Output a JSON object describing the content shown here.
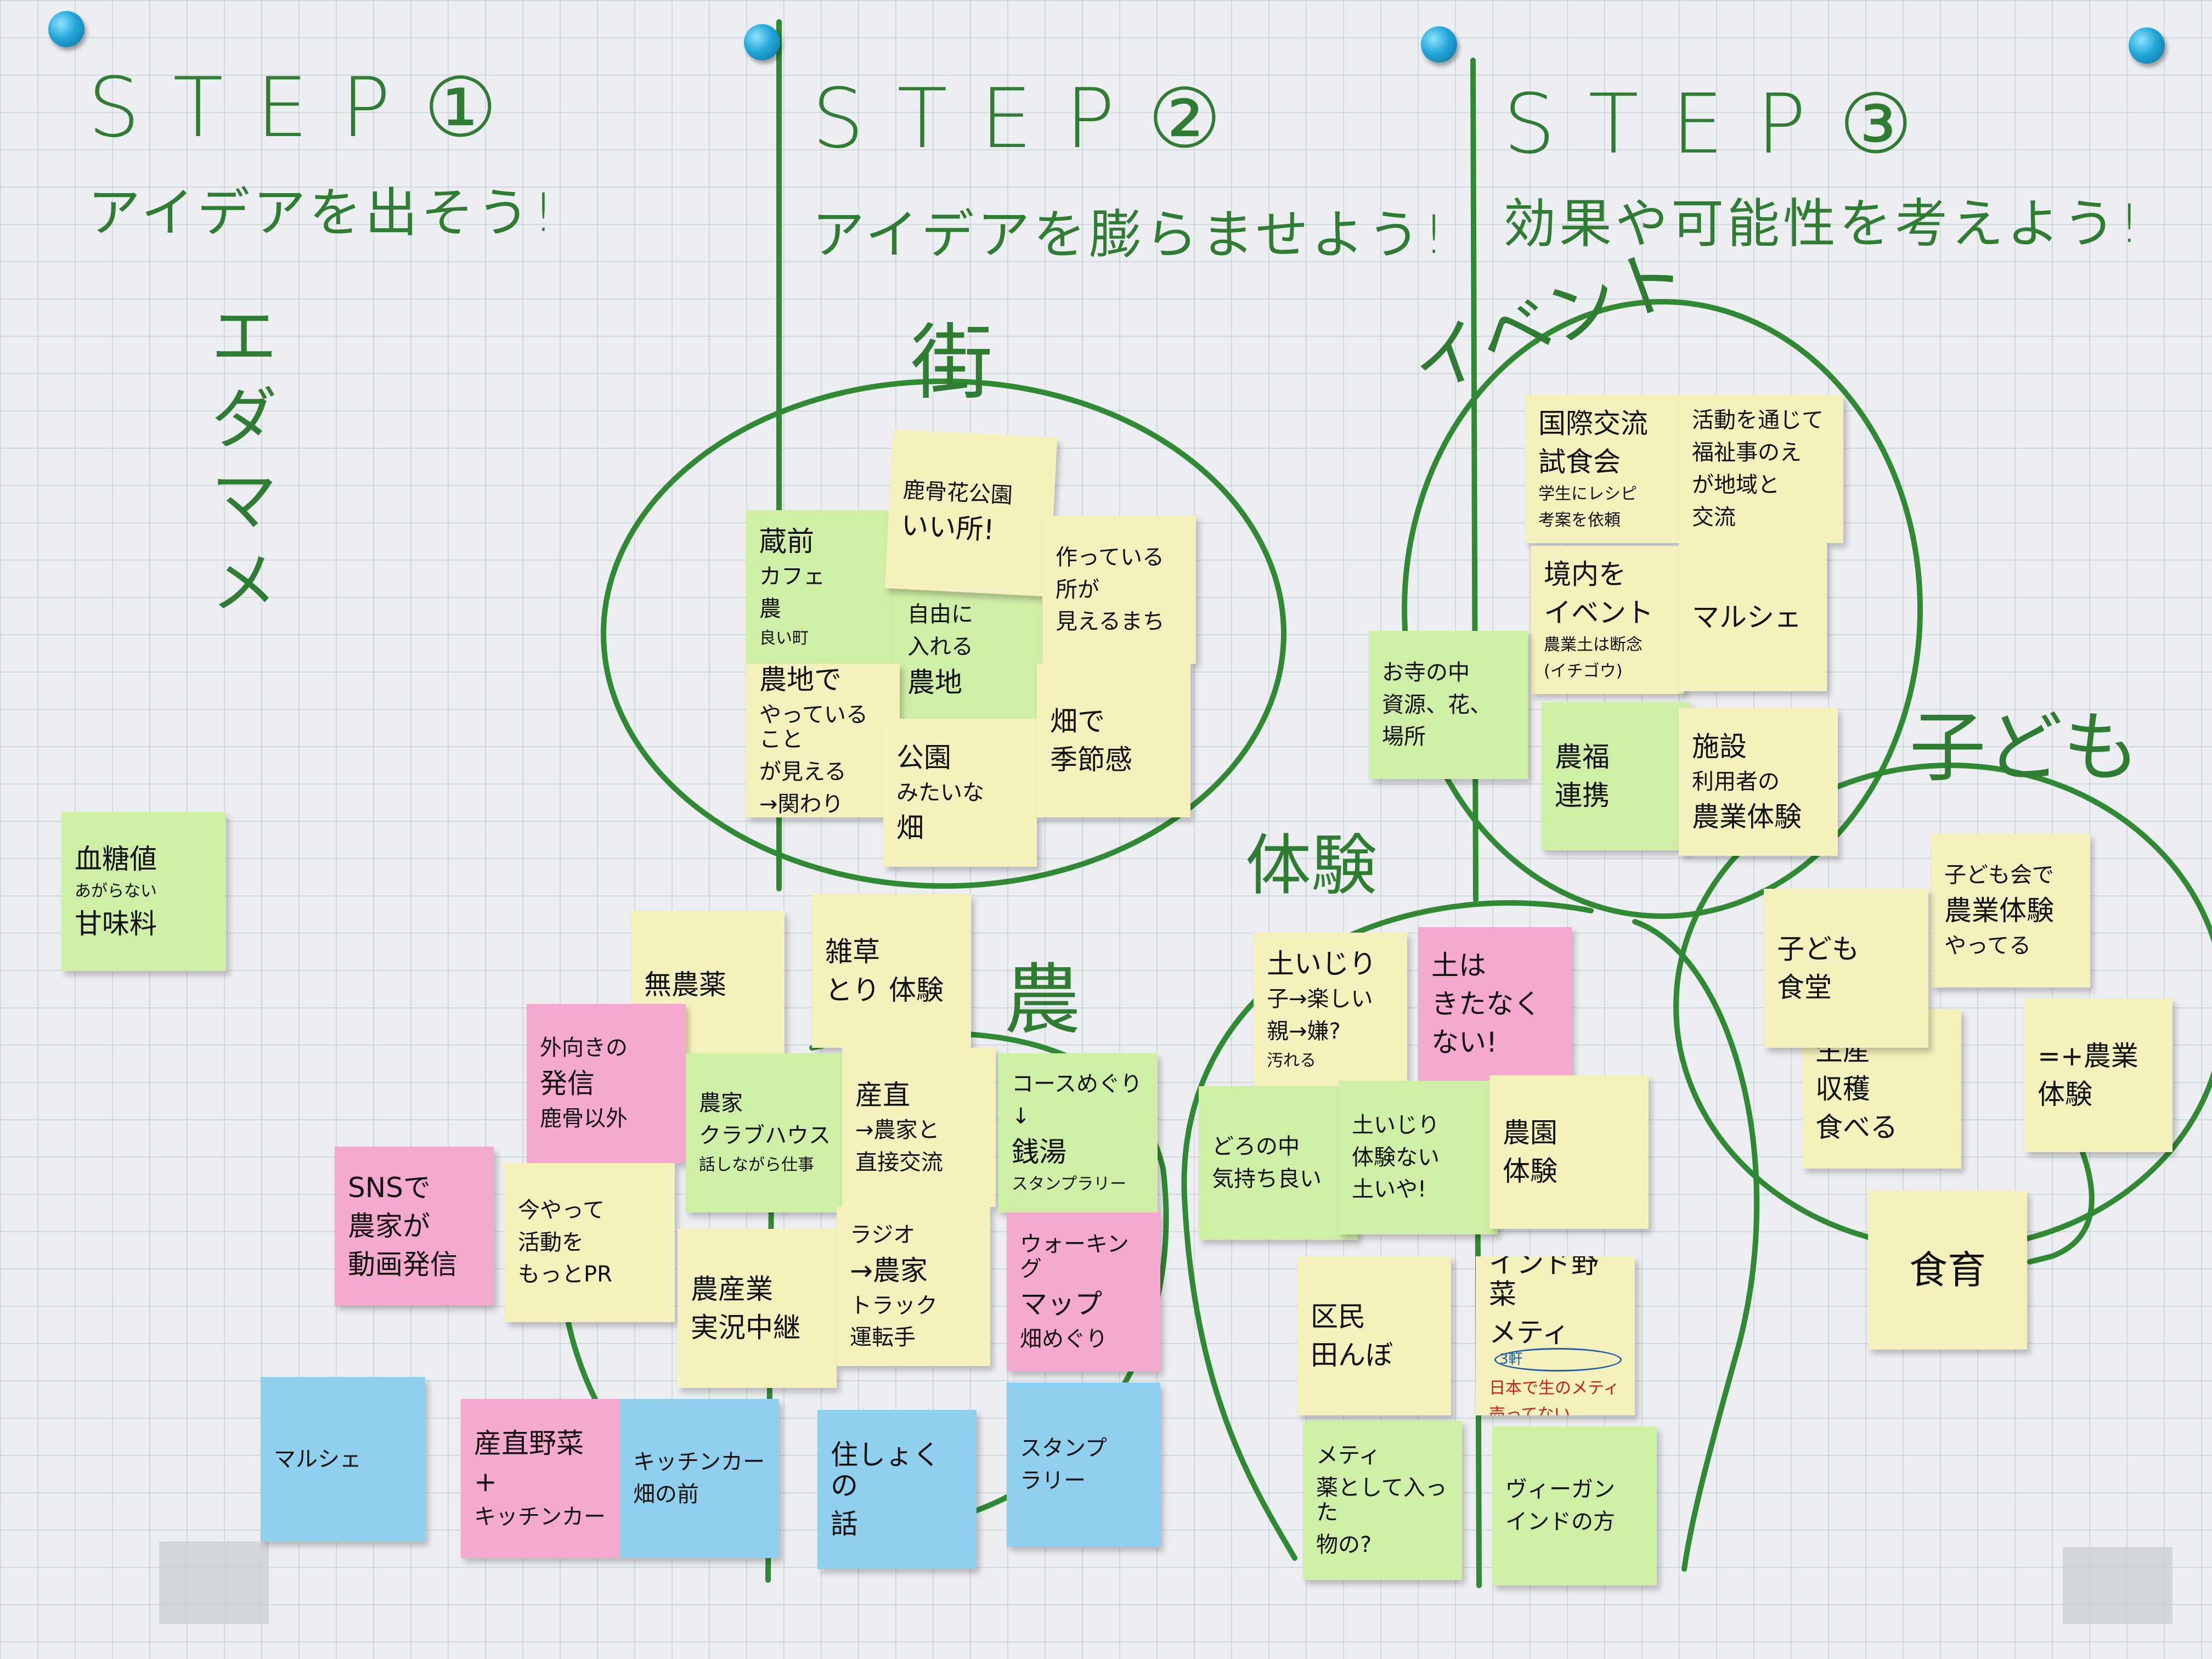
{
  "header": {
    "step1": "STEP①",
    "step1_sub": "アイデアを出そう!",
    "step2": "STEP②",
    "step2_sub": "アイデアを膨らませよう!",
    "step3": "STEP③",
    "step3_sub": "効果や可能性を考えよう!"
  },
  "step1_column": {
    "vertical_word": "エダマメ",
    "note_blood_sugar": [
      "血糖値",
      "あがらない",
      "甘味料"
    ]
  },
  "labels": {
    "machi": "街",
    "event": "イベント",
    "kodomo": "子ども",
    "taiken": "体験",
    "nou": "農"
  },
  "machi_notes": {
    "park": [
      "鹿骨花公園",
      "いい所!"
    ],
    "kuramae": [
      "蔵前",
      "カフェ",
      "農",
      "良い町"
    ],
    "jiyu": [
      "自由に",
      "入れる",
      "農地"
    ],
    "tsukutte": [
      "作っている",
      "所が",
      "見えるまち"
    ],
    "nouchi": [
      "農地で",
      "やっていること",
      "が見える",
      "→関わり"
    ],
    "kouen": [
      "公園",
      "みたいな",
      "畑"
    ],
    "hatake": [
      "畑で",
      "季節感"
    ]
  },
  "event_notes": {
    "kokusai": [
      "国際交流",
      "試食会",
      "学生にレシピ",
      "考案を依頼"
    ],
    "katsudo": [
      "活動を通じて",
      "福祉事のえ",
      "が地域と",
      "交流"
    ],
    "keidai": [
      "境内を",
      "イベント",
      "農業土は断念",
      "(イチゴウ)"
    ],
    "marche": [
      "マルシェ"
    ],
    "otera": [
      "お寺の中",
      "資源、花、",
      "場所"
    ],
    "noufuku": [
      "農福",
      "連携"
    ],
    "shisetsu": [
      "施設",
      "利用者の",
      "農業体験"
    ]
  },
  "kodomo_notes": {
    "kodomokai": [
      "子ども会で",
      "農業体験",
      "やってる"
    ],
    "shokudo": [
      "子ども",
      "食堂"
    ],
    "shukaku": [
      "生産",
      "収穫",
      "食べる"
    ],
    "nougyou": [
      "=+農業",
      "体験"
    ],
    "shokuiku": [
      "食育"
    ]
  },
  "taiken_notes": {
    "tsuchi": [
      "土いじり",
      "子→楽しい",
      "親→嫌?",
      "汚れる"
    ],
    "tsuchiha": [
      "土は",
      "きたなく",
      "ない!"
    ],
    "dorono": [
      "どろの中",
      "気持ち良い"
    ],
    "tsuchiijiri": [
      "土いじり",
      "体験ない",
      "土いや!"
    ],
    "nouen": [
      "農園",
      "体験"
    ],
    "kumin": [
      "区民",
      "田んぼ"
    ],
    "indo": [
      "インド野菜",
      "メティ"
    ],
    "indo_badge": "3軒",
    "indo_red": [
      "日本で生のメティ",
      "売ってない"
    ],
    "methi": [
      "メティ",
      "薬として入った",
      "物の?"
    ],
    "vegan": [
      "ヴィーガン",
      "インドの方"
    ]
  },
  "nou_notes": {
    "munouyaku": [
      "無農薬"
    ],
    "zassou": [
      "雑草",
      "とり 体験"
    ],
    "sotomuki": [
      "外向きの",
      "発信",
      "鹿骨以外"
    ],
    "nouka": [
      "農家",
      "クラブハウス",
      "話しながら仕事"
    ],
    "sanchoku": [
      "産直",
      "→農家と",
      "直接交流"
    ],
    "course": [
      "コースめぐり",
      "↓",
      "銭湯",
      "スタンプラリー"
    ],
    "sns": [
      "SNSで",
      "農家が",
      "動画発信"
    ],
    "imayatte": [
      "今やって",
      "活動を",
      "もっとPR"
    ],
    "nousangyou": [
      "農産業",
      "実況中継"
    ],
    "radio": [
      "ラジオ",
      "→農家",
      "トラック",
      "運転手"
    ],
    "walking": [
      "ウォーキング",
      "マップ",
      "畑めぐり"
    ],
    "marche2": [
      "マルシェ"
    ],
    "sanchoku_yasai": [
      "産直野菜",
      "+",
      "キッチンカー"
    ],
    "kitchen": [
      "キッチンカー",
      "畑の前"
    ],
    "shoku": [
      "住しょくの",
      "話"
    ],
    "stamp": [
      "スタンプ",
      "ラリー"
    ]
  }
}
